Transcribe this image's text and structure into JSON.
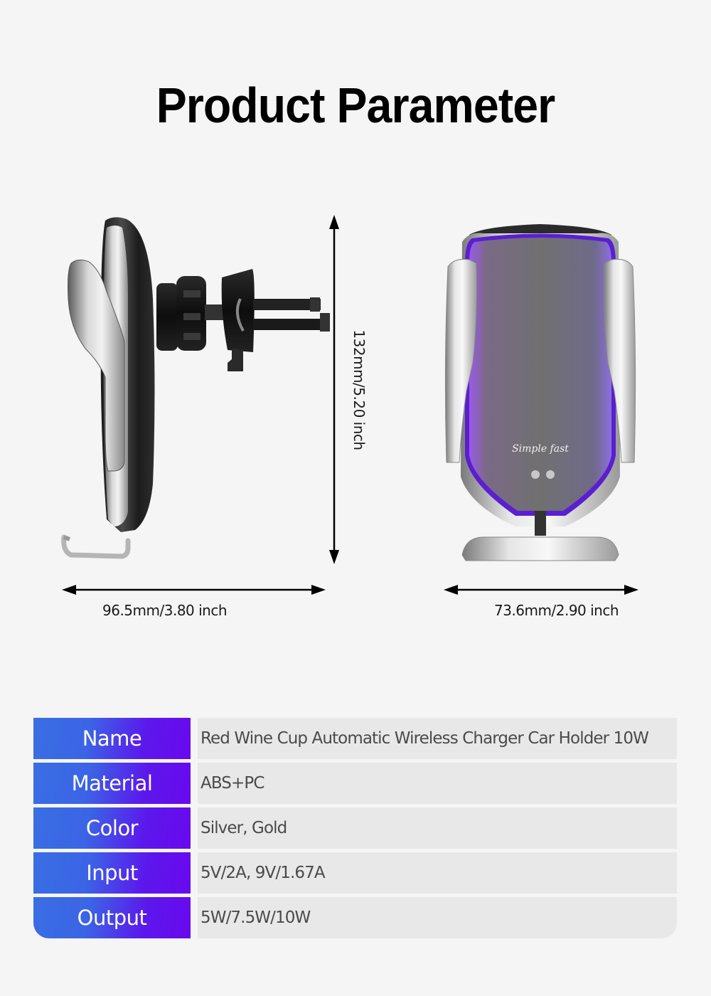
{
  "page": {
    "title": "Product Parameter"
  },
  "dimensions": {
    "width_side": "96.5mm/3.80 inch",
    "width_front": "73.6mm/2.90 inch",
    "height": "132mm/5.20 inch"
  },
  "product": {
    "brand_logo_text": "Simple fast",
    "views": [
      "side-view",
      "front-view"
    ]
  },
  "specs": {
    "rows": [
      {
        "label": "Name",
        "value": "Red Wine Cup Automatic Wireless Charger Car Holder 10W"
      },
      {
        "label": "Material",
        "value": "ABS+PC"
      },
      {
        "label": "Color",
        "value": "Silver, Gold"
      },
      {
        "label": "Input",
        "value": "5V/2A, 9V/1.67A"
      },
      {
        "label": "Output",
        "value": "5W/7.5W/10W"
      }
    ]
  },
  "colors": {
    "background": "#f5f5f5",
    "label_gradient_start": "#3a6ee3",
    "label_gradient_end": "#6a08ee",
    "value_bg": "#e8e8e8",
    "accent_purple": "#8a4fe0"
  }
}
